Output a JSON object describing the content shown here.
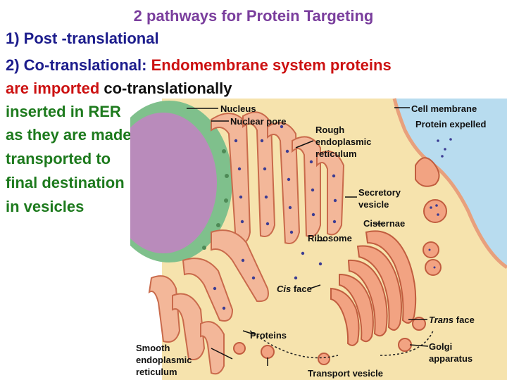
{
  "slide": {
    "title": "2 pathways for Protein Targeting",
    "line1": "1) Post -translational",
    "line2_prefix": "2) Co-translational: ",
    "line2_red": "Endomembrane system proteins",
    "line3_red": "are imported",
    "line3_black": " co-translationally",
    "green_lines": [
      "inserted in RER",
      "as they are made",
      "transported to",
      "final destination",
      "in vesicles"
    ]
  },
  "diagram": {
    "labels": {
      "nucleus": "Nucleus",
      "nuclear_pore": "Nuclear pore",
      "rough_er": [
        "Rough",
        "endoplasmic",
        "reticulum"
      ],
      "cell_membrane": "Cell membrane",
      "protein_expelled": "Protein expelled",
      "secretory_vesicle": [
        "Secretory",
        "vesicle"
      ],
      "cisternae": "Cisternae",
      "ribosome": "Ribosome",
      "cis_face": [
        "Cis",
        " face"
      ],
      "trans_face": [
        "Trans",
        " face"
      ],
      "proteins": "Proteins",
      "golgi": [
        "Golgi",
        "apparatus"
      ],
      "smooth_er": [
        "Smooth",
        "endoplasmic",
        "reticulum"
      ],
      "transport_vesicle": "Transport vesicle"
    },
    "colors": {
      "background": "#f6e3ad",
      "nucleus": "#b98bbb",
      "nuclear_envelope": "#7fc08c",
      "er_membrane": "#f3b799",
      "er_outline": "#c96a4b",
      "golgi": "#f2a382",
      "ribosome": "#3b3c93",
      "extracellular": "#b8dcef",
      "pointer": "#111111"
    }
  }
}
